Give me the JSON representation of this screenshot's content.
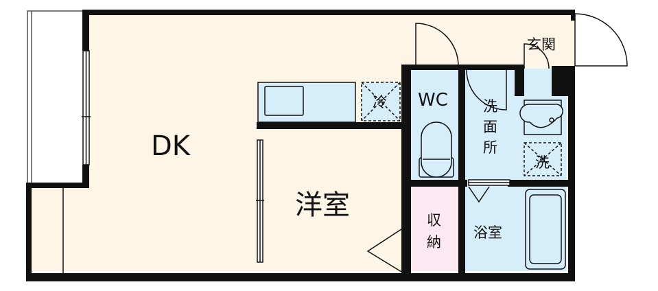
{
  "floorplan": {
    "rooms": {
      "dk": "DK",
      "western_room": "洋室",
      "wc": "WC",
      "entrance": "玄関",
      "washroom": [
        "洗",
        "面",
        "所"
      ],
      "storage": [
        "収",
        "納"
      ],
      "bathroom": "浴室"
    },
    "symbols": {
      "refrigerator": "冷",
      "washing_machine": "洗"
    },
    "colors": {
      "floor": "#fdf5e6",
      "wet_area": "#d6eefa",
      "storage": "#fce8f0",
      "entrance_step": "#fbdde6",
      "wall": "#111111"
    }
  }
}
